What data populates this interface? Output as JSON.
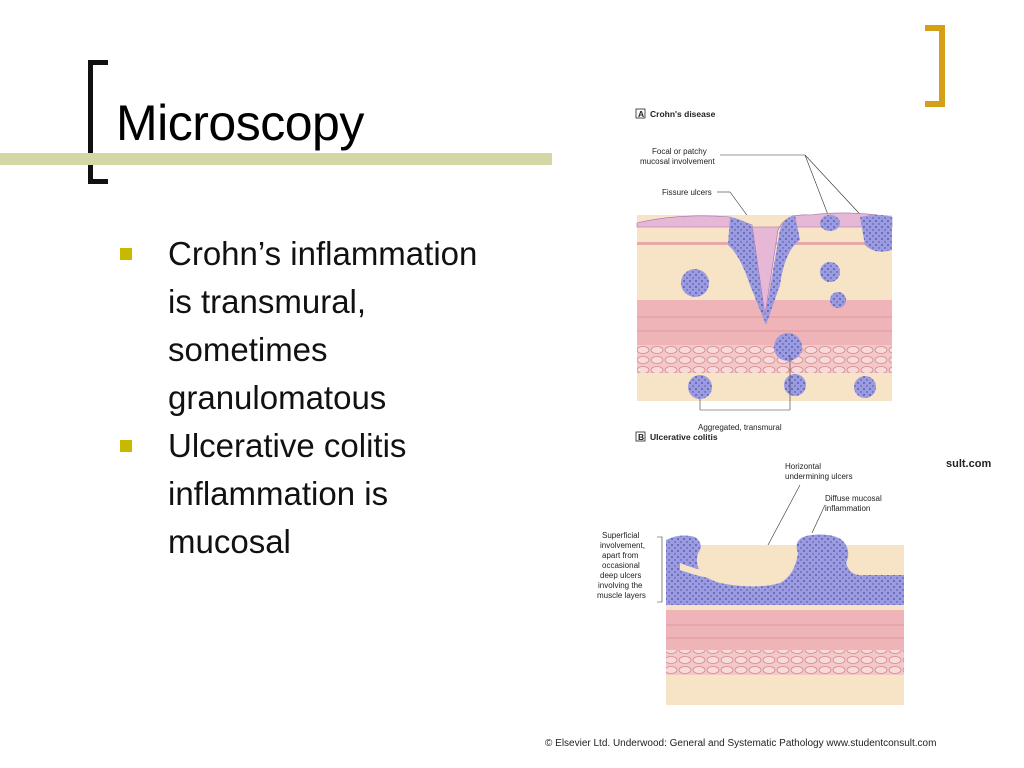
{
  "slide": {
    "title": "Microscopy",
    "bullets": [
      "Crohn’s inflammation is transmural, sometimes granulomatous",
      "Ulcerative colitis inflammation is mucosal"
    ]
  },
  "figure": {
    "panel_a": {
      "letter": "A",
      "heading": "Crohn's disease",
      "label_focal_line1": "Focal or patchy",
      "label_focal_line2": "mucosal involvement",
      "label_fissure": "Fissure ulcers",
      "label_aggregated": "Aggregated, transmural"
    },
    "panel_b": {
      "letter": "B",
      "heading": "Ulcerative colitis",
      "label_horizontal_line1": "Horizontal",
      "label_horizontal_line2": "undermining ulcers",
      "label_diffuse_line1": "Diffuse mucosal",
      "label_diffuse_line2": "inflammation",
      "label_superficial": [
        "Superficial",
        "involvement,",
        "apart from",
        "occasional",
        "deep ulcers",
        "involving the",
        "muscle layers"
      ]
    },
    "partial_text": "sult.com",
    "copyright": "© Elsevier Ltd. Underwood: General and Systematic Pathology www.studentconsult.com"
  },
  "colors": {
    "title_bar": "#d4d6a4",
    "left_bracket": "#111111",
    "right_bracket": "#d4a017",
    "bullet_marker": "#c8b800",
    "tissue_cream": "#f7e3c6",
    "tissue_pink": "#eeb4b7",
    "inflammation_blue": "#9b9be0"
  }
}
